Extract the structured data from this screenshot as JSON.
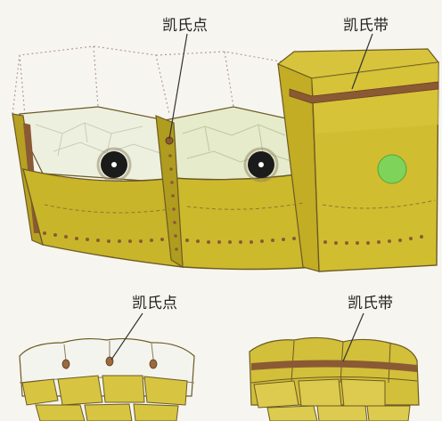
{
  "labels": {
    "top_left": "凯氏点",
    "top_right": "凯氏带",
    "bottom_left": "凯氏点",
    "bottom_right": "凯氏带"
  },
  "colors": {
    "cell_yellow": "#c9b52a",
    "cell_yellow_light": "#e3d35a",
    "cell_yellow_dark": "#a8961c",
    "band_brown": "#8a5a34",
    "nucleus": "#1b1b1b",
    "plastid_green": "#7ed35a",
    "outline": "#6b5a24"
  }
}
